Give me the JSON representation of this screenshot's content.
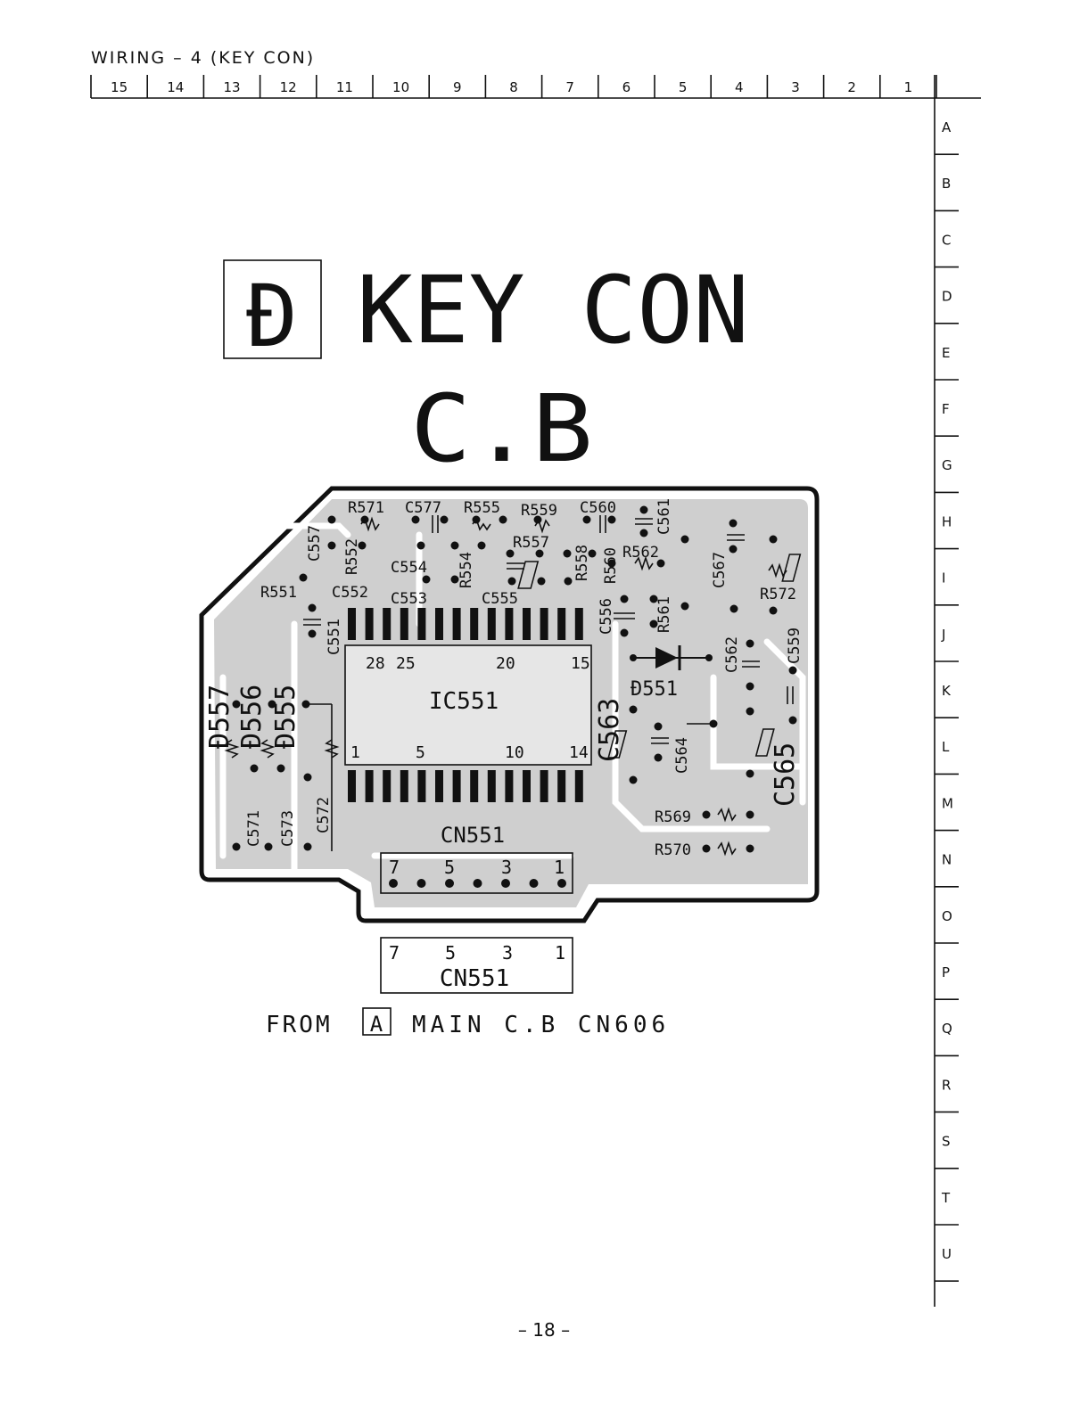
{
  "page": {
    "title": "WIRING – 4 (KEY CON)",
    "page_number": "– 18 –"
  },
  "grid": {
    "columns": [
      "15",
      "14",
      "13",
      "12",
      "11",
      "10",
      "9",
      "8",
      "7",
      "6",
      "5",
      "4",
      "3",
      "2",
      "1"
    ],
    "rows": [
      "A",
      "B",
      "C",
      "D",
      "E",
      "F",
      "G",
      "H",
      "I",
      "J",
      "K",
      "L",
      "M",
      "N",
      "O",
      "P",
      "Q",
      "R",
      "S",
      "T",
      "U"
    ]
  },
  "board": {
    "badge": "Ð",
    "title_line1": "KEY CON",
    "title_line2": "C.B",
    "ic_label": "IC551",
    "ic_pins_top": [
      "28",
      "25",
      "20",
      "15"
    ],
    "ic_pins_bottom": [
      "1",
      "5",
      "10",
      "14"
    ],
    "connector_label": "CN551",
    "connector_pins": [
      "7",
      "5",
      "3",
      "1"
    ],
    "diode_label": "Ð551",
    "components": [
      "R571",
      "C577",
      "R555",
      "R559",
      "C560",
      "C561",
      "C557",
      "R552",
      "R557",
      "R554",
      "C554",
      "R558",
      "R560",
      "R562",
      "R551",
      "C552",
      "C553",
      "C555",
      "C556",
      "R561",
      "C567",
      "R572",
      "C551",
      "C562",
      "C559",
      "C563",
      "C564",
      "C565",
      "Ð557",
      "Ð556",
      "Ð555",
      "C571",
      "C573",
      "C572",
      "R569",
      "R570"
    ]
  },
  "external_connector": {
    "pins": [
      "7",
      "5",
      "3",
      "1"
    ],
    "label": "CN551"
  },
  "from_note": {
    "prefix": "FROM",
    "badge": "A",
    "text": "MAIN C.B CN606"
  }
}
